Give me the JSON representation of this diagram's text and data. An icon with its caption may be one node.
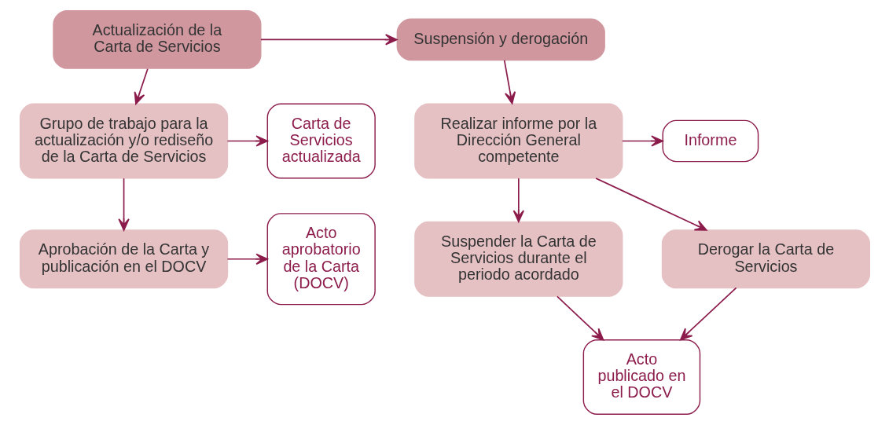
{
  "diagram": {
    "nodes": [
      {
        "text": [
          "Actualización de la Carta de Servicios"
        ]
      },
      {
        "text": [
          "Suspensión y derogación"
        ]
      },
      {
        "text": [
          "Grupo de trabajo para la actualización y/o rediseño de la Carta de Servicios"
        ]
      },
      {
        "text": [
          "Carta de Servicios actualizada"
        ]
      },
      {
        "text": [
          "Aprobación de la Carta y publicación en el DOCV"
        ]
      },
      {
        "text": [
          "Acto aprobatorio de la Carta (DOCV)"
        ]
      },
      {
        "text": [
          "Realizar informe por la Dirección General competente"
        ]
      },
      {
        "text": [
          "Informe"
        ]
      },
      {
        "text": [
          "Suspender la Carta de Servicios durante el periodo acordado"
        ]
      },
      {
        "text": [
          "Derogar la Carta de Servicios"
        ]
      },
      {
        "text": [
          "Acto publicado en el DOCV"
        ]
      }
    ],
    "edges": [
      {
        "from": 0,
        "to": 1,
        "arrow": "to"
      },
      {
        "from": 0,
        "to": 2,
        "arrow": "to"
      },
      {
        "from": 2,
        "to": 3,
        "arrow": "to"
      },
      {
        "from": 2,
        "to": 4,
        "arrow": "to"
      },
      {
        "from": 4,
        "to": 5,
        "arrow": "to"
      },
      {
        "from": 1,
        "to": 6,
        "arrow": "to"
      },
      {
        "from": 6,
        "to": 7,
        "arrow": "to"
      },
      {
        "from": 6,
        "to": 8,
        "arrow": "to"
      },
      {
        "from": 6,
        "to": 9,
        "arrow": "to"
      },
      {
        "from": 8,
        "to": 10,
        "arrow": "to"
      },
      {
        "from": 9,
        "to": 10,
        "arrow": "to"
      }
    ]
  }
}
